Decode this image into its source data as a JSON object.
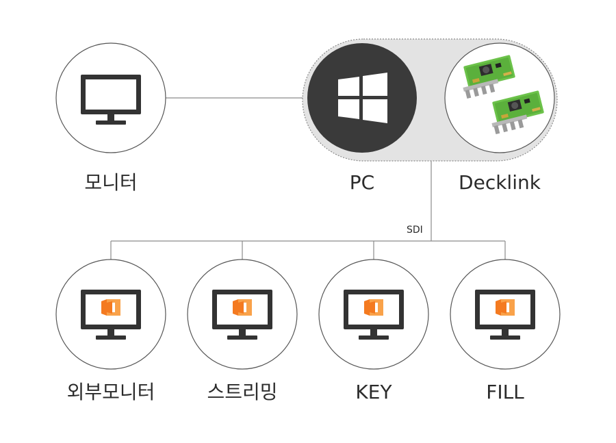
{
  "nodes": {
    "monitor": {
      "label": "모니터",
      "icon": "monitor-icon"
    },
    "pc": {
      "label": "PC",
      "icon": "windows-logo-icon"
    },
    "decklink": {
      "label": "Decklink",
      "icon": "decklink-card-icon"
    },
    "external_monitor": {
      "label": "외부모니터",
      "icon": "monitor-output-icon"
    },
    "streaming": {
      "label": "스트리밍",
      "icon": "monitor-output-icon"
    },
    "key": {
      "label": "KEY",
      "icon": "monitor-output-icon"
    },
    "fill": {
      "label": "FILL",
      "icon": "monitor-output-icon"
    }
  },
  "connection": {
    "sdi_label": "SDI"
  },
  "colors": {
    "line": "#8a8a8a",
    "circle_border": "#555555",
    "pc_fill": "#3a3a3a",
    "group_fill": "#e3e3e3",
    "monitor_dark": "#333333",
    "accent_orange": "#f47a20",
    "accent_orange_light": "#f9a24a"
  }
}
